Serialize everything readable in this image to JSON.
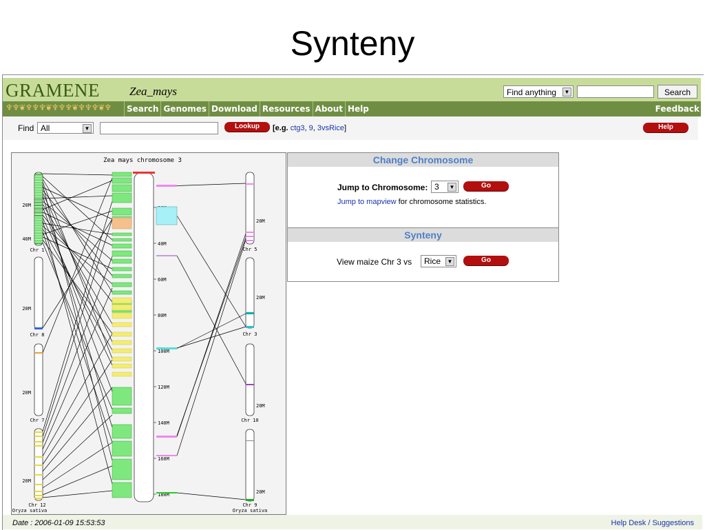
{
  "slide": {
    "title": "Synteny"
  },
  "header": {
    "logo": "GRAMENE",
    "species": "Zea_mays",
    "find_anything": "Find anything",
    "search_button": "Search"
  },
  "nav": {
    "items": [
      "Search",
      "Genomes",
      "Download",
      "Resources",
      "About",
      "Help"
    ],
    "feedback": "Feedback"
  },
  "find": {
    "label": "Find",
    "select_value": "All",
    "lookup_button": "Lookup",
    "example_prefix": "[e.g.",
    "example_1": "ctg3",
    "example_2": "9",
    "example_3": "3vsRice",
    "example_suffix": "]",
    "help_button": "Help"
  },
  "change_chromosome": {
    "title": "Change Chromosome",
    "jump_label": "Jump to Chromosome:",
    "jump_value": "3",
    "go_button": "Go",
    "mapview_link": "Jump to mapview",
    "mapview_suffix": " for chromosome statistics."
  },
  "synteny": {
    "title": "Synteny",
    "view_label": "View maize Chr 3 vs",
    "species_value": "Rice",
    "go_button": "Go"
  },
  "plot": {
    "title": "Zea mays chromosome 3",
    "maize_ticks": [
      "20M",
      "40M",
      "60M",
      "80M",
      "100M",
      "120M",
      "140M",
      "160M",
      "180M"
    ],
    "left_chromosomes": [
      {
        "label": "Chr 1",
        "tick": "20M",
        "tick2": "40M"
      },
      {
        "label": "Chr 8",
        "tick": "20M"
      },
      {
        "label": "Chr 7",
        "tick": "20M"
      },
      {
        "label": "Chr 12",
        "tick": "20M",
        "species": "Oryza sativa"
      }
    ],
    "right_chromosomes": [
      {
        "label": "Chr 5",
        "tick": "20M"
      },
      {
        "label": "Chr 3",
        "tick": "20M"
      },
      {
        "label": "Chr 10",
        "tick": "20M"
      },
      {
        "label": "Chr 9",
        "tick": "20M",
        "species": "Oryza sativa"
      }
    ]
  },
  "footer": {
    "date": "Date : 2006-01-09 15:53:53",
    "helpdesk": "Help Desk / Suggestions"
  },
  "colors": {
    "header_bg": "#c8dc9a",
    "nav_bg": "#6f8e43",
    "logo": "#3a5c12",
    "go_button": "#b30f0f",
    "panel_title": "#4d7fc6"
  }
}
